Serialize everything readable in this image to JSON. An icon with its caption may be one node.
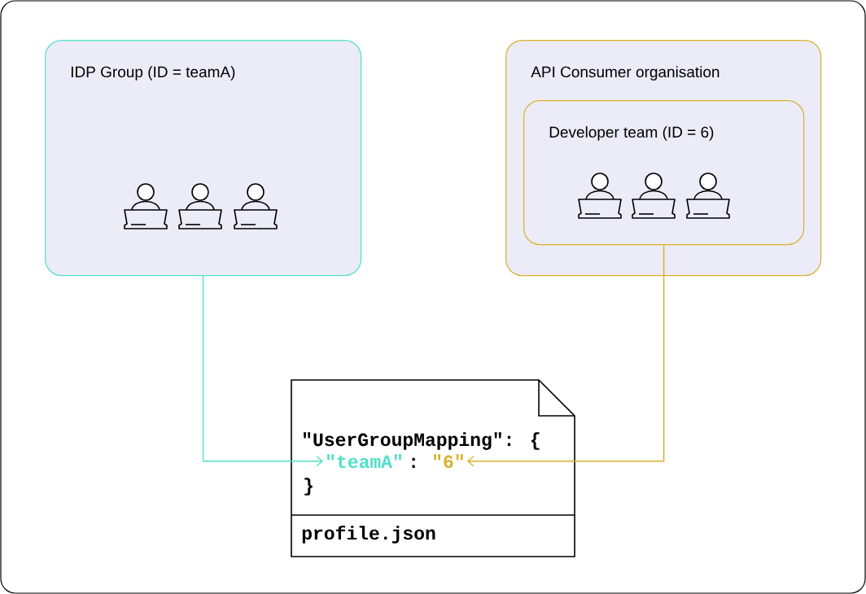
{
  "diagram": {
    "nodes": [
      {
        "text": [
          "IDP Group (ID = teamA)"
        ]
      },
      {
        "text": [
          "API Consumer organisation"
        ]
      },
      {
        "text": [
          "Developer team (ID = 6)"
        ],
        "in": 1
      },
      {
        "text": [
          "\"UserGroupMapping\": {",
          ":",
          "}",
          "profile.json"
        ]
      },
      {
        "text": [
          "\"teamA\""
        ],
        "in": 3
      },
      {
        "text": [
          "\"6\""
        ],
        "in": 3
      }
    ],
    "edges": [
      {
        "from": 0,
        "to": 4,
        "arrow": "to",
        "color": "#4fe0c8"
      },
      {
        "from": 2,
        "to": 5,
        "arrow": "to",
        "color": "#d8b02c"
      }
    ]
  }
}
